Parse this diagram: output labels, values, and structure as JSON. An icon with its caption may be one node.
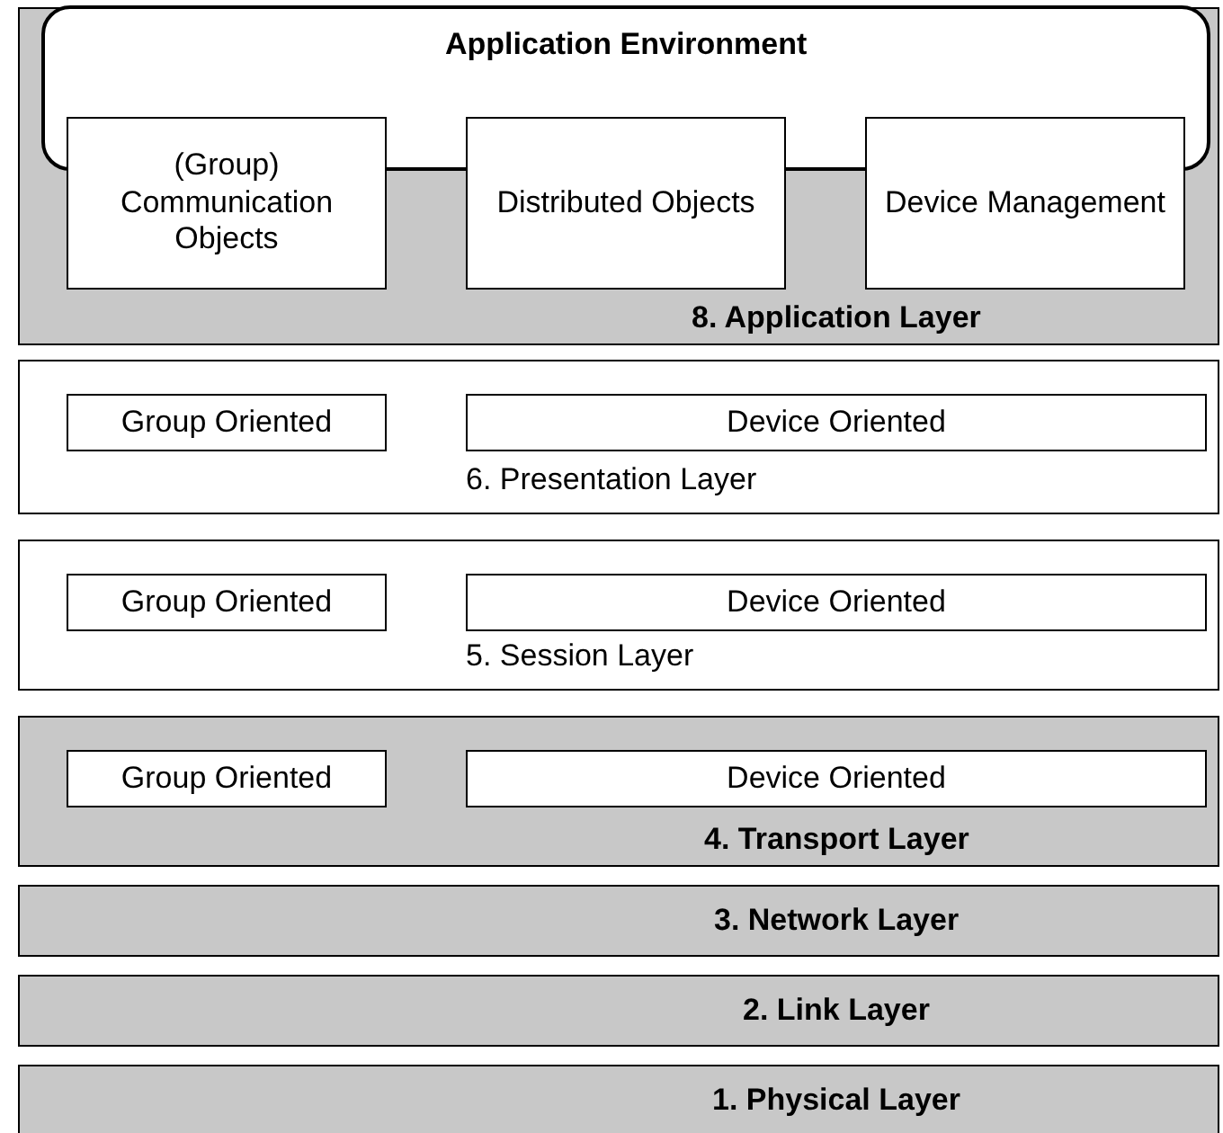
{
  "diagram": {
    "nodes": [
      {
        "text": [
          "8. Application Layer"
        ]
      },
      {
        "text": [
          "Application Environment"
        ],
        "in": 0
      },
      {
        "text": [
          "(Group) Communication Objects"
        ],
        "in": 0
      },
      {
        "text": [
          "Distributed Objects"
        ],
        "in": 0
      },
      {
        "text": [
          "Device Management"
        ],
        "in": 0
      },
      {
        "text": [
          "6. Presentation Layer"
        ]
      },
      {
        "text": [
          "Group Oriented"
        ],
        "in": 5
      },
      {
        "text": [
          "Device Oriented"
        ],
        "in": 5
      },
      {
        "text": [
          "5. Session Layer"
        ]
      },
      {
        "text": [
          "Group Oriented"
        ],
        "in": 8
      },
      {
        "text": [
          "Device Oriented"
        ],
        "in": 8
      },
      {
        "text": [
          "4. Transport Layer"
        ]
      },
      {
        "text": [
          "Group Oriented"
        ],
        "in": 11
      },
      {
        "text": [
          "Device Oriented"
        ],
        "in": 11
      },
      {
        "text": [
          "3. Network Layer"
        ]
      },
      {
        "text": [
          "2. Link Layer"
        ]
      },
      {
        "text": [
          "1. Physical Layer"
        ]
      }
    ]
  }
}
